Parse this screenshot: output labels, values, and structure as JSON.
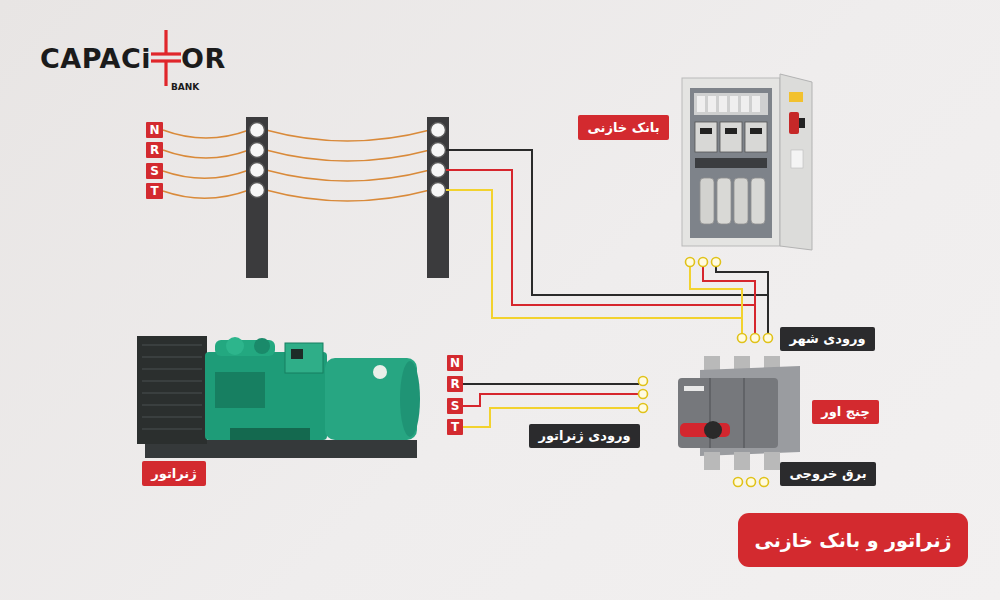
{
  "diagram": {
    "title": "ژنراتور و بانک خازنی",
    "nodes": [
      {
        "text": [
          "N"
        ]
      },
      {
        "text": [
          "R"
        ]
      },
      {
        "text": [
          "S"
        ]
      },
      {
        "text": [
          "T"
        ]
      },
      {
        "text": [
          "بانک خازنی"
        ]
      },
      {
        "text": [
          "ورودی شهر"
        ]
      },
      {
        "text": [
          "N"
        ]
      },
      {
        "text": [
          "R"
        ]
      },
      {
        "text": [
          "S"
        ]
      },
      {
        "text": [
          "T"
        ]
      },
      {
        "text": [
          "چنج اور"
        ]
      },
      {
        "text": [
          "ورودی ژنراتور"
        ]
      },
      {
        "text": [
          "ژنراتور"
        ]
      },
      {
        "text": [
          "برق خروجی"
        ]
      }
    ],
    "labels": [
      "CAPACi",
      "OR",
      "BANK"
    ]
  }
}
